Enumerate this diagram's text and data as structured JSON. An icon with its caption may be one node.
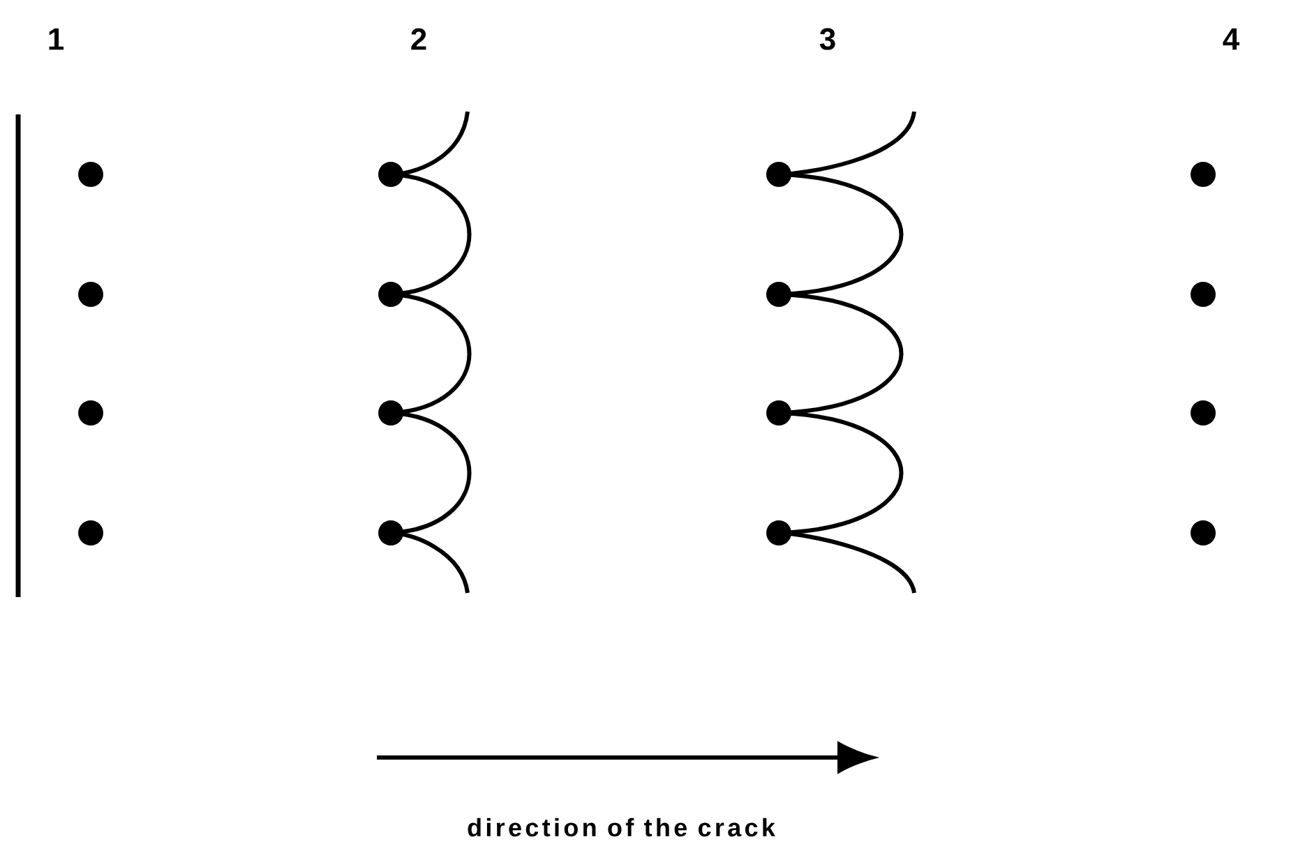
{
  "diagram": {
    "labels": [
      "1",
      "2",
      "3",
      "4",
      "direction of the crack"
    ]
  }
}
